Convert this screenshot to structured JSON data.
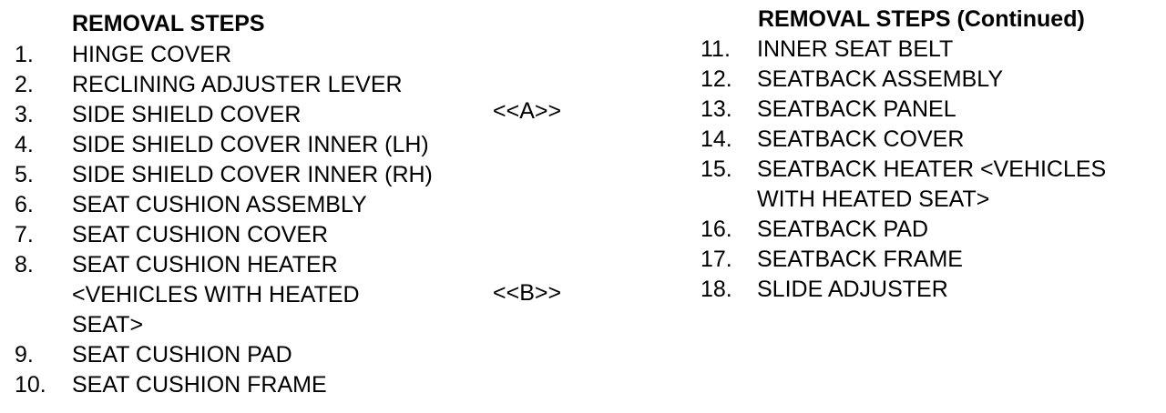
{
  "left_column": {
    "heading": "REMOVAL STEPS",
    "steps": [
      {
        "num": "1.",
        "lines": [
          "HINGE COVER"
        ]
      },
      {
        "num": "2.",
        "lines": [
          "RECLINING ADJUSTER LEVER"
        ]
      },
      {
        "num": "3.",
        "lines": [
          "SIDE SHIELD COVER"
        ]
      },
      {
        "num": "4.",
        "lines": [
          "SIDE SHIELD COVER INNER (LH)"
        ]
      },
      {
        "num": "5.",
        "lines": [
          "SIDE SHIELD COVER INNER (RH)"
        ]
      },
      {
        "num": "6.",
        "lines": [
          "SEAT CUSHION ASSEMBLY"
        ]
      },
      {
        "num": "7.",
        "lines": [
          "SEAT CUSHION COVER"
        ]
      },
      {
        "num": "8.",
        "lines": [
          "SEAT CUSHION HEATER",
          "<VEHICLES WITH HEATED",
          "SEAT>"
        ]
      },
      {
        "num": "9.",
        "lines": [
          "SEAT CUSHION PAD"
        ]
      },
      {
        "num": "10.",
        "lines": [
          "SEAT CUSHION FRAME"
        ]
      }
    ]
  },
  "markers": {
    "a": "<<A>>",
    "b": "<<B>>"
  },
  "right_column": {
    "heading": "REMOVAL STEPS (Continued)",
    "steps": [
      {
        "num": "11.",
        "lines": [
          "INNER SEAT BELT"
        ]
      },
      {
        "num": "12.",
        "lines": [
          "SEATBACK ASSEMBLY"
        ]
      },
      {
        "num": "13.",
        "lines": [
          "SEATBACK PANEL"
        ]
      },
      {
        "num": "14.",
        "lines": [
          "SEATBACK COVER"
        ]
      },
      {
        "num": "15.",
        "lines": [
          "SEATBACK HEATER <VEHICLES",
          "WITH HEATED SEAT>"
        ]
      },
      {
        "num": "16.",
        "lines": [
          "SEATBACK PAD"
        ]
      },
      {
        "num": "17.",
        "lines": [
          "SEATBACK FRAME"
        ]
      },
      {
        "num": "18.",
        "lines": [
          "SLIDE ADJUSTER"
        ]
      }
    ]
  }
}
